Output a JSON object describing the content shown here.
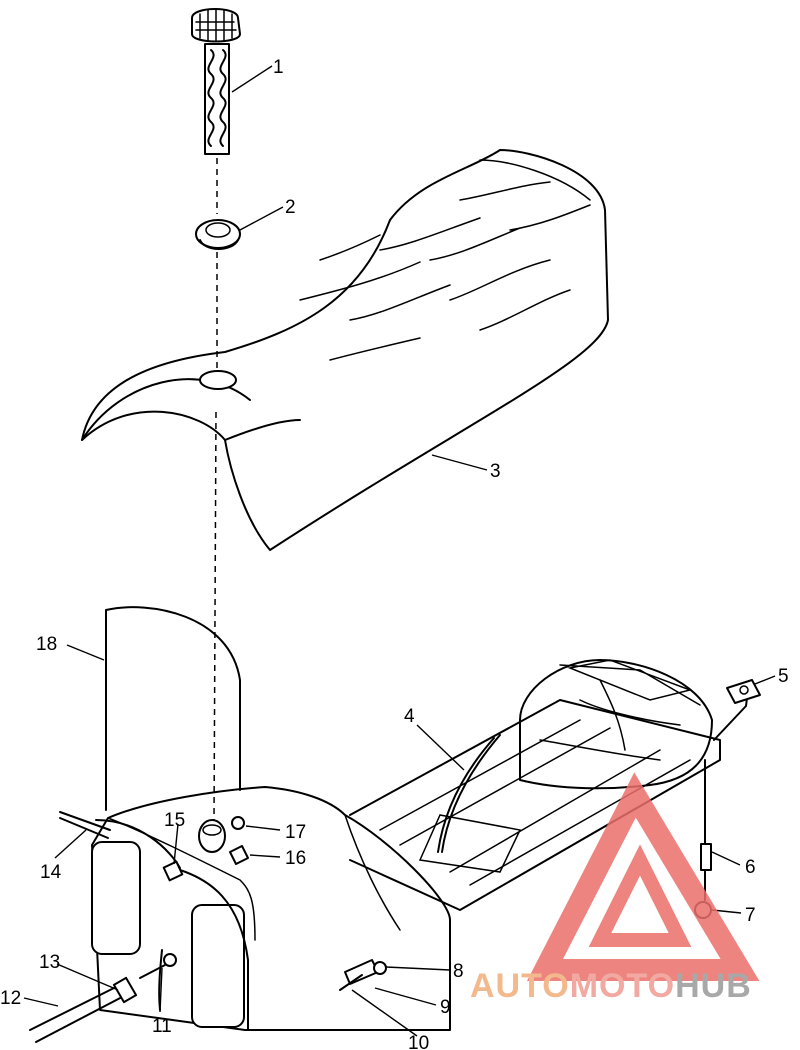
{
  "callouts": {
    "c1": "1",
    "c2": "2",
    "c3": "3",
    "c4": "4",
    "c5": "5",
    "c6": "6",
    "c7": "7",
    "c8": "8",
    "c9": "9",
    "c10": "10",
    "c11": "11",
    "c12": "12",
    "c13": "13",
    "c14": "14",
    "c15": "15",
    "c16": "16",
    "c17": "17",
    "c18": "18"
  },
  "watermark": {
    "word_auto": "AUTO",
    "word_moto": "MOTO",
    "word_hub": "HUB",
    "colors": {
      "auto": "#f3b98d",
      "moto": "#f2a9a1",
      "hub": "#a8a8a8",
      "triangle": "#ec6f6b"
    }
  }
}
